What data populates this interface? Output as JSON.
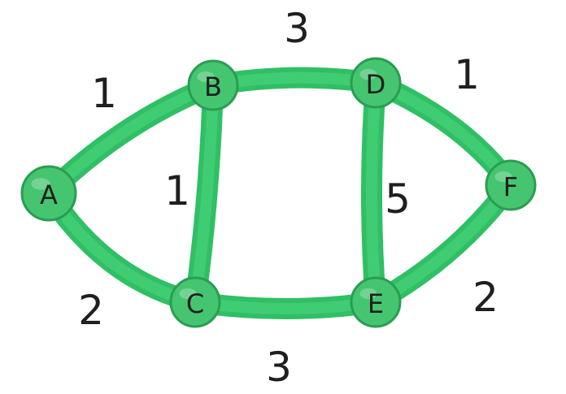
{
  "colors": {
    "edge": "#2fbf64",
    "edge_highlight": "#4fd77f",
    "node_fill": "#45c56f",
    "node_stroke": "#2a9d52",
    "label": "#1f1f1f"
  },
  "nodes": [
    {
      "id": "A",
      "label": "A"
    },
    {
      "id": "B",
      "label": "B"
    },
    {
      "id": "C",
      "label": "C"
    },
    {
      "id": "D",
      "label": "D"
    },
    {
      "id": "E",
      "label": "E"
    },
    {
      "id": "F",
      "label": "F"
    }
  ],
  "edges": [
    {
      "from": "A",
      "to": "B",
      "weight": "1"
    },
    {
      "from": "A",
      "to": "C",
      "weight": "2"
    },
    {
      "from": "B",
      "to": "C",
      "weight": "1"
    },
    {
      "from": "B",
      "to": "D",
      "weight": "3"
    },
    {
      "from": "C",
      "to": "E",
      "weight": "3"
    },
    {
      "from": "D",
      "to": "E",
      "weight": "5"
    },
    {
      "from": "D",
      "to": "F",
      "weight": "1"
    },
    {
      "from": "E",
      "to": "F",
      "weight": "2"
    }
  ]
}
